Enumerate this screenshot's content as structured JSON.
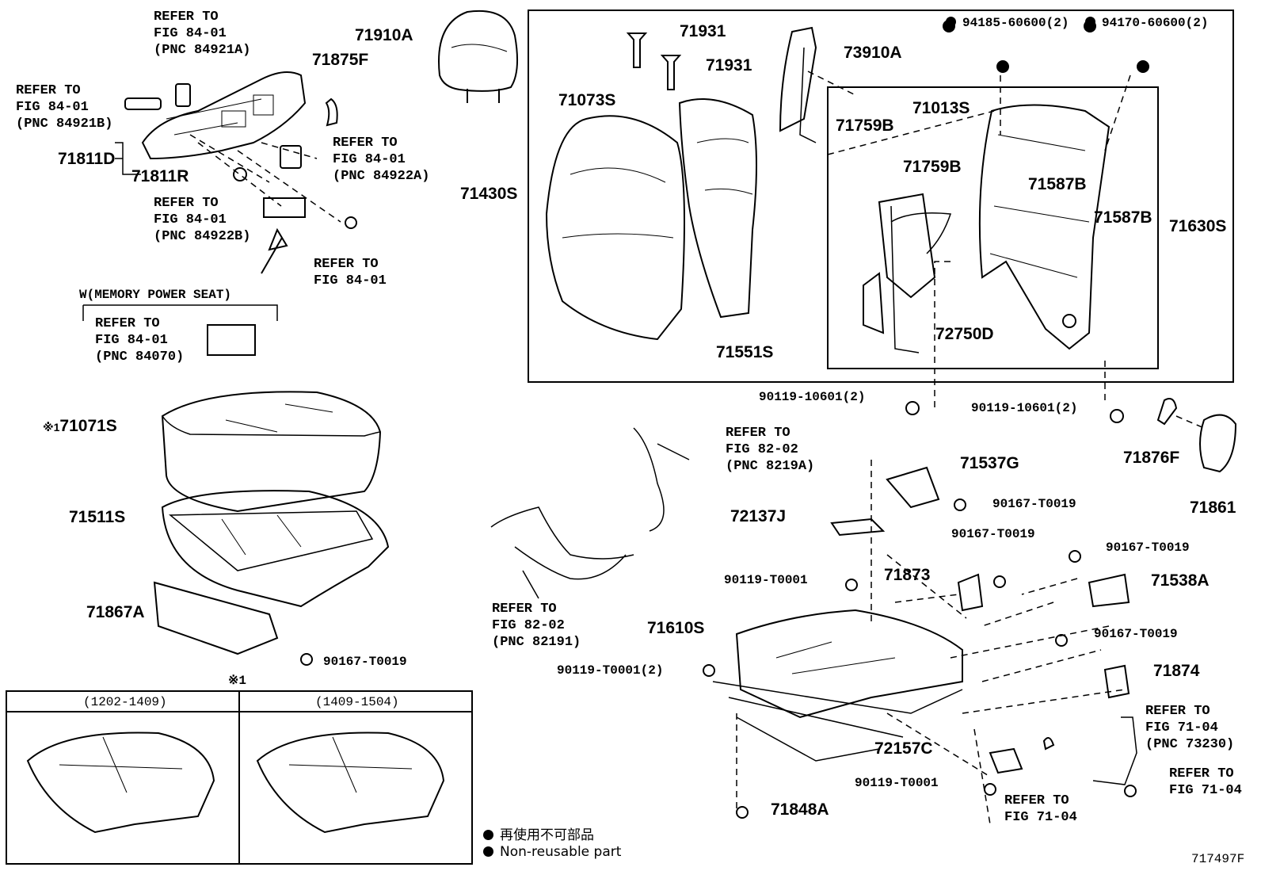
{
  "refs": {
    "r84921A": [
      "REFER TO",
      "FIG 84-01",
      "(PNC 84921A)"
    ],
    "r84921B": [
      "REFER TO",
      "FIG 84-01",
      "(PNC 84921B)"
    ],
    "r84922A": [
      "REFER TO",
      "FIG 84-01",
      "(PNC 84922A)"
    ],
    "r84922B": [
      "REFER TO",
      "FIG 84-01",
      "(PNC 84922B)"
    ],
    "r8401": [
      "REFER TO",
      "FIG 84-01"
    ],
    "r84070": [
      "REFER TO",
      "FIG 84-01",
      "(PNC 84070)"
    ],
    "r8219A": [
      "REFER TO",
      "FIG 82-02",
      "(PNC 8219A)"
    ],
    "r82191": [
      "REFER TO",
      "FIG 82-02",
      "(PNC 82191)"
    ],
    "r73230": [
      "REFER TO",
      "FIG 71-04",
      "(PNC 73230)"
    ],
    "r7104a": [
      "REFER TO",
      "FIG 71-04"
    ],
    "r7104b": [
      "REFER TO",
      "FIG 71-04"
    ]
  },
  "memory_label": "W(MEMORY POWER SEAT)",
  "parts": {
    "p71910A": "71910A",
    "p71875F": "71875F",
    "p71811D": "71811D",
    "p71811R": "71811R",
    "p71931a": "71931",
    "p71931b": "71931",
    "p73910A": "73910A",
    "p71073S": "71073S",
    "p71430S": "71430S",
    "p71013S": "71013S",
    "p71759Ba": "71759B",
    "p71759Bb": "71759B",
    "p71587Ba": "71587B",
    "p71587Bb": "71587B",
    "p71630S": "71630S",
    "p72750D": "72750D",
    "p71551S": "71551S",
    "p94185": "94185-60600(2)",
    "p94170": "94170-60600(2)",
    "p90119_10601a": "90119-10601(2)",
    "p90119_10601b": "90119-10601(2)",
    "p71876F": "71876F",
    "p71861": "71861",
    "p71071S": "71071S",
    "p71071S_mark": "※1",
    "p71511S": "71511S",
    "p71867A": "71867A",
    "p90167_a": "90167-T0019",
    "p71537G": "71537G",
    "p90167_b": "90167-T0019",
    "p72137J": "72137J",
    "p90167_c": "90167-T0019",
    "p90167_d": "90167-T0019",
    "p90119_T0001a": "90119-T0001",
    "p71873": "71873",
    "p71538A": "71538A",
    "p71610S": "71610S",
    "p90167_e": "90167-T0019",
    "p90119_T0001b": "90119-T0001(2)",
    "p71874": "71874",
    "p72157C": "72157C",
    "p90119_T0001c": "90119-T0001",
    "p71848A": "71848A"
  },
  "variants": {
    "marker": "※1",
    "left": "(1202-1409)",
    "right": "(1409-1504)"
  },
  "legend": {
    "jp": "再使用不可部品",
    "en": "Non-reusable part"
  },
  "figure_id": "717497F"
}
